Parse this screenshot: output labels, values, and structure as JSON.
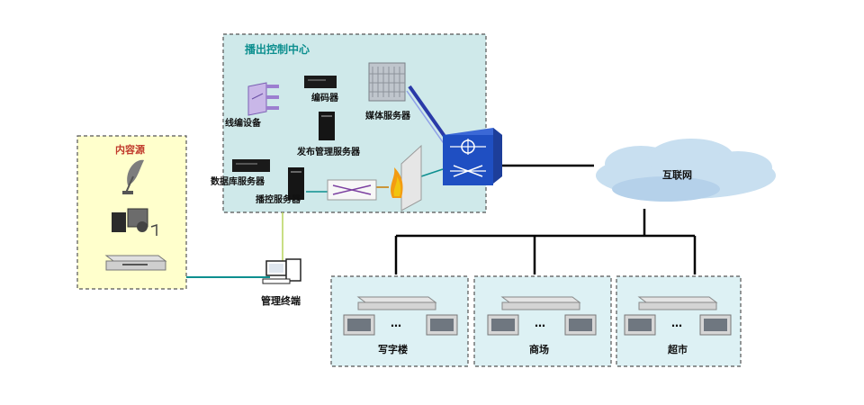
{
  "broadcast_center": {
    "title": "播出控制中心"
  },
  "devices": {
    "encoder": "编码器",
    "online_editing": "线编设备",
    "media_server": "媒体服务器",
    "publish_server": "发布管理服务器",
    "database_server": "数据库服务器",
    "control_server": "播控服务器"
  },
  "content_source": {
    "title": "内容源"
  },
  "internet": "互联网",
  "management_terminal": "管理终端",
  "sites": [
    {
      "name": "写字楼",
      "dots": "…"
    },
    {
      "name": "商场",
      "dots": "…"
    },
    {
      "name": "超市",
      "dots": "…"
    }
  ],
  "colors": {
    "panel_bg": "#cfe9ea",
    "source_bg": "#ffffcc",
    "site_bg": "#ddf1f4",
    "accent": "#0d8f8f"
  }
}
